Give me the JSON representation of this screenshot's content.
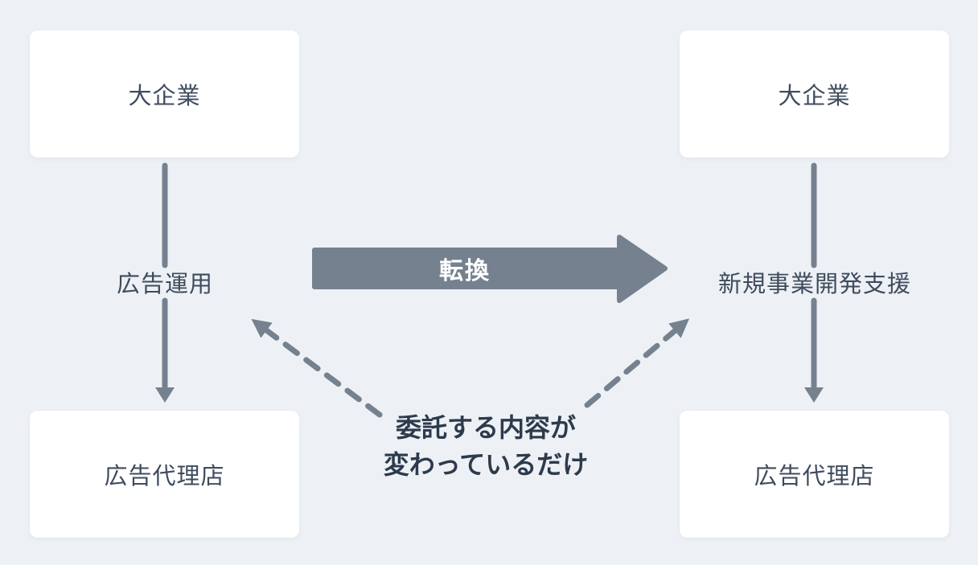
{
  "diagram": {
    "palette": {
      "background": "#edf1f5",
      "box_fill": "#ffffff",
      "connector_gray": "#76818f",
      "label_text": "#3f4b5e",
      "note_text": "#2d3a4c",
      "arrow_label_text": "#ffffff"
    },
    "left_column": {
      "company": "大企業",
      "service": "広告運用",
      "agency": "広告代理店"
    },
    "right_column": {
      "company": "大企業",
      "service": "新規事業開発支援",
      "agency": "広告代理店"
    },
    "transition": {
      "label": "転換"
    },
    "note": {
      "line1": "委託する内容が",
      "line2": "変わっているだけ"
    }
  }
}
